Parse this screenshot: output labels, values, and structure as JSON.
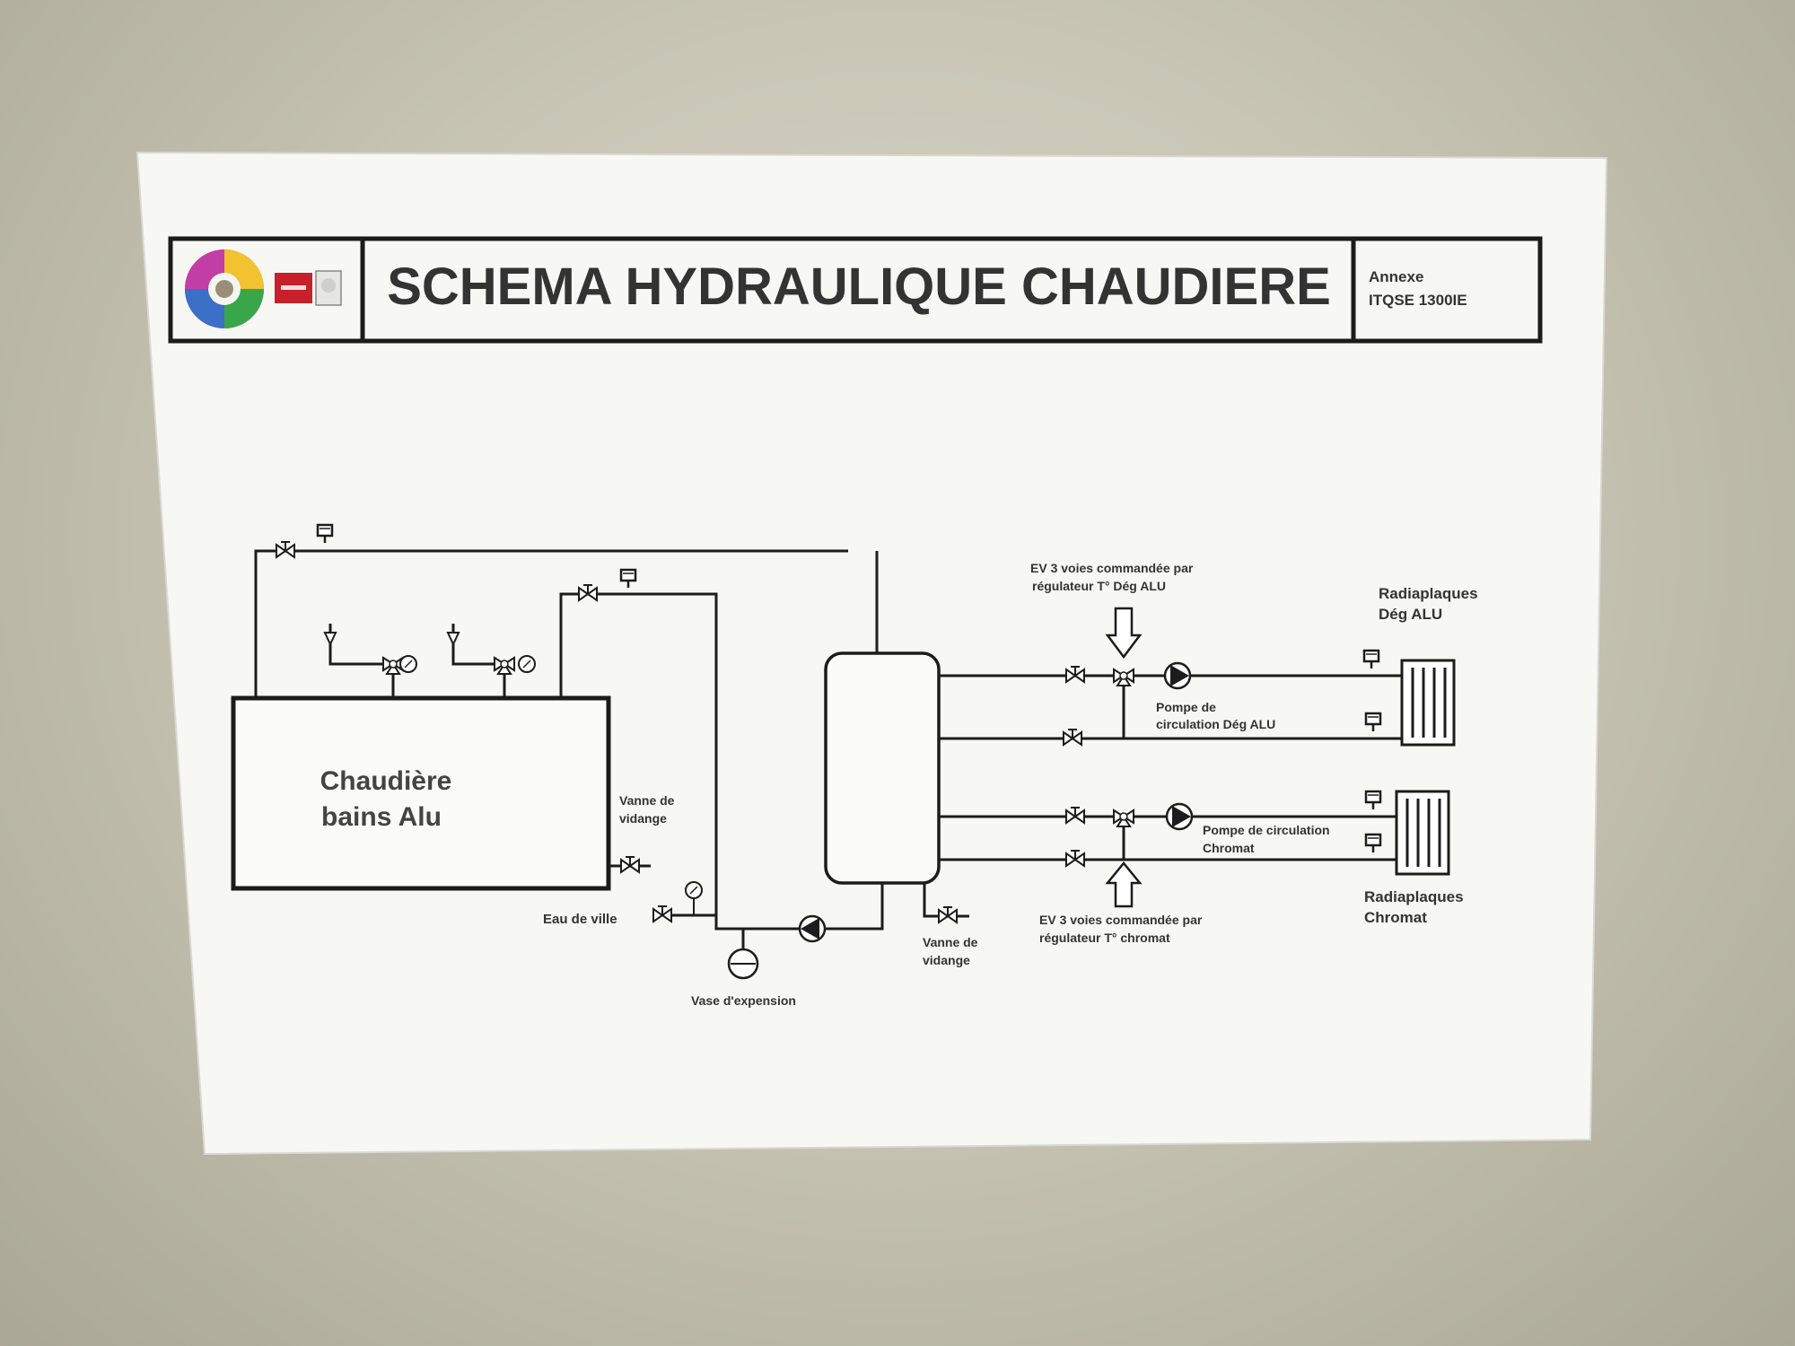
{
  "header": {
    "title": "SCHEMA HYDRAULIQUE CHAUDIERE",
    "annex_label": "Annexe",
    "annex_code": "ITQSE 1300IE"
  },
  "diagram": {
    "boiler_label_line1": "Chaudière",
    "boiler_label_line2": "bains Alu",
    "drain_valve_boiler_line1": "Vanne de",
    "drain_valve_boiler_line2": "vidange",
    "city_water": "Eau de ville",
    "expansion_vessel": "Vase d'expension",
    "drain_valve_tank_line1": "Vanne de",
    "drain_valve_tank_line2": "vidange",
    "ev_top_line1": "EV 3 voies commandée par",
    "ev_top_line2": "régulateur T° Dég ALU",
    "pump_top_line1": "Pompe de",
    "pump_top_line2": "circulation Dég ALU",
    "radiators_top_line1": "Radiaplaques",
    "radiators_top_line2": "Dég ALU",
    "pump_bottom_line1": "Pompe de circulation",
    "pump_bottom_line2": "Chromat",
    "ev_bottom_line1": "EV 3 voies commandée par",
    "ev_bottom_line2": "régulateur T° chromat",
    "radiators_bottom_line1": "Radiaplaques",
    "radiators_bottom_line2": "Chromat"
  },
  "colors": {
    "ink": "#1c1c1c",
    "paper": "#f7f7f4",
    "wall": "#c9c6b6",
    "logo_red": "#c8202a"
  },
  "icons": [
    "color-wheel-logo",
    "company-logo",
    "valve-icon",
    "three-way-valve-icon",
    "pump-icon",
    "pressure-gauge-icon",
    "air-vent-icon",
    "radiator-icon",
    "expansion-vessel-icon",
    "arrow-icon"
  ]
}
